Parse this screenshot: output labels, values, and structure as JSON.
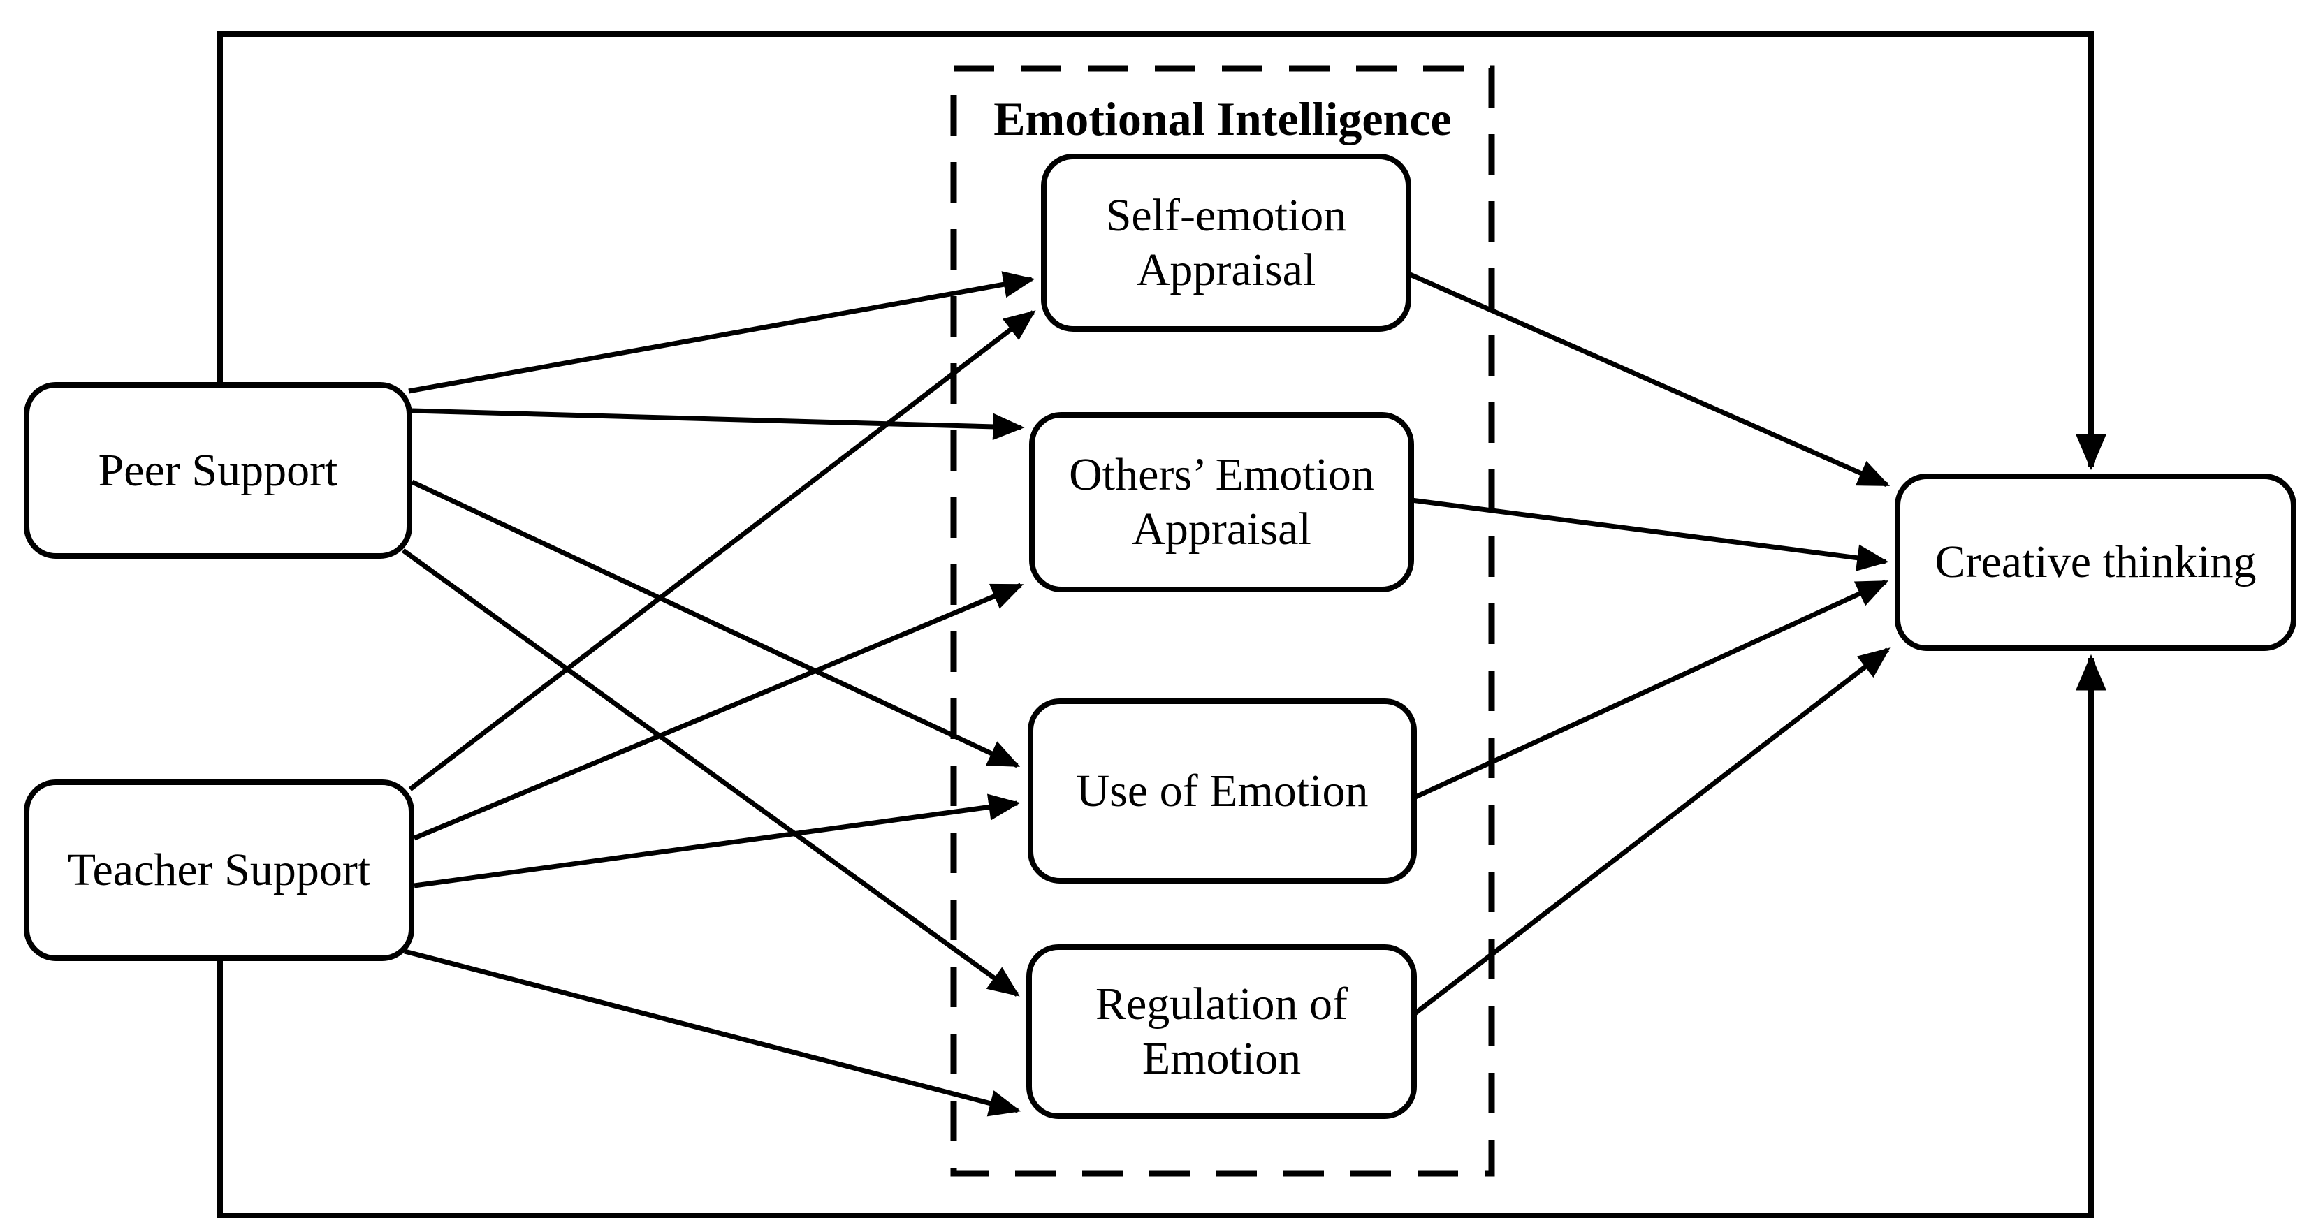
{
  "figure": {
    "title": "Emotional Intelligence",
    "nodes": {
      "peer_support": "Peer Support",
      "teacher_support": "Teacher Support",
      "self_emotion_appraisal": "Self-emotion Appraisal",
      "others_emotion_appraisal": "Others’ Emotion Appraisal",
      "use_of_emotion": "Use of Emotion",
      "regulation_of_emotion": "Regulation of Emotion",
      "creative_thinking": "Creative thinking"
    },
    "edges": [
      {
        "from": "peer_support",
        "to": "self_emotion_appraisal"
      },
      {
        "from": "peer_support",
        "to": "others_emotion_appraisal"
      },
      {
        "from": "peer_support",
        "to": "use_of_emotion"
      },
      {
        "from": "peer_support",
        "to": "regulation_of_emotion"
      },
      {
        "from": "teacher_support",
        "to": "self_emotion_appraisal"
      },
      {
        "from": "teacher_support",
        "to": "others_emotion_appraisal"
      },
      {
        "from": "teacher_support",
        "to": "use_of_emotion"
      },
      {
        "from": "teacher_support",
        "to": "regulation_of_emotion"
      },
      {
        "from": "self_emotion_appraisal",
        "to": "creative_thinking"
      },
      {
        "from": "others_emotion_appraisal",
        "to": "creative_thinking"
      },
      {
        "from": "use_of_emotion",
        "to": "creative_thinking"
      },
      {
        "from": "regulation_of_emotion",
        "to": "creative_thinking"
      },
      {
        "from": "peer_support",
        "to": "creative_thinking",
        "route": "direct-outer-top"
      },
      {
        "from": "teacher_support",
        "to": "creative_thinking",
        "route": "direct-outer-bottom"
      }
    ],
    "container_style": "dashed",
    "colors": {
      "ink": "#000000",
      "background": "#ffffff"
    }
  }
}
